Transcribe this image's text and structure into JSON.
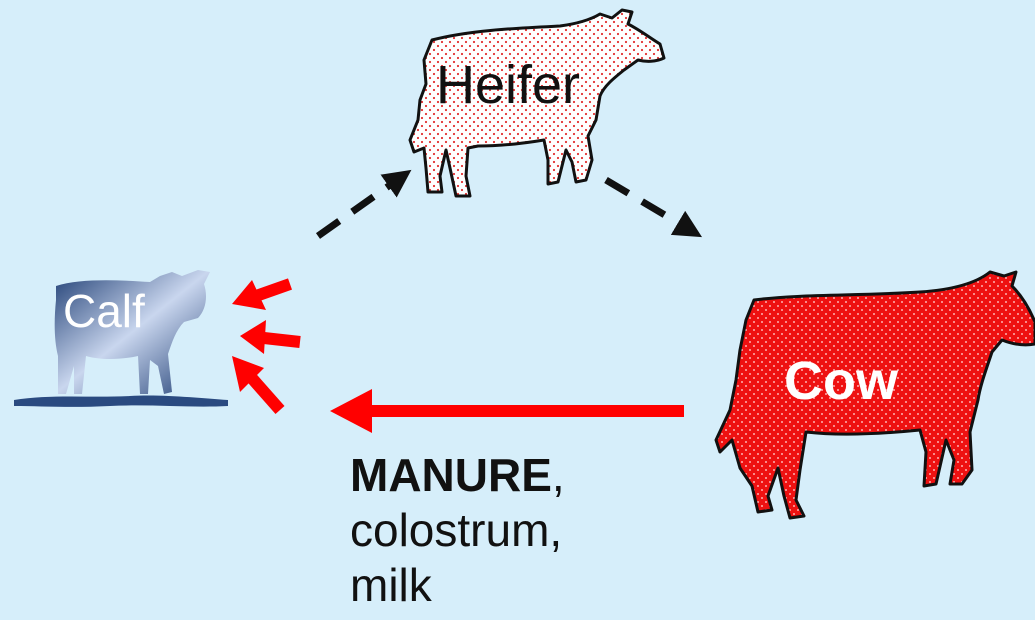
{
  "nodes": {
    "heifer": {
      "label": "Heifer"
    },
    "calf": {
      "label": "Calf"
    },
    "cow": {
      "label": "Cow"
    }
  },
  "transmission": {
    "primary": "MANURE",
    "comma": ",",
    "line2": "colostrum,",
    "line3": "milk"
  },
  "colors": {
    "background": "#d6eefa",
    "transmission_arrow": "#ff0000",
    "lifecycle_arrow": "#111111",
    "cow_fill": "#ee1111",
    "heifer_fill": "#ffffff",
    "calf_fill": "#2a4a80"
  },
  "arrows": {
    "lifecycle": [
      "calf-to-heifer",
      "heifer-to-cow"
    ],
    "transmission": [
      "cow-to-calf",
      "to-calf-upper",
      "to-calf-middle",
      "to-calf-lower"
    ]
  }
}
